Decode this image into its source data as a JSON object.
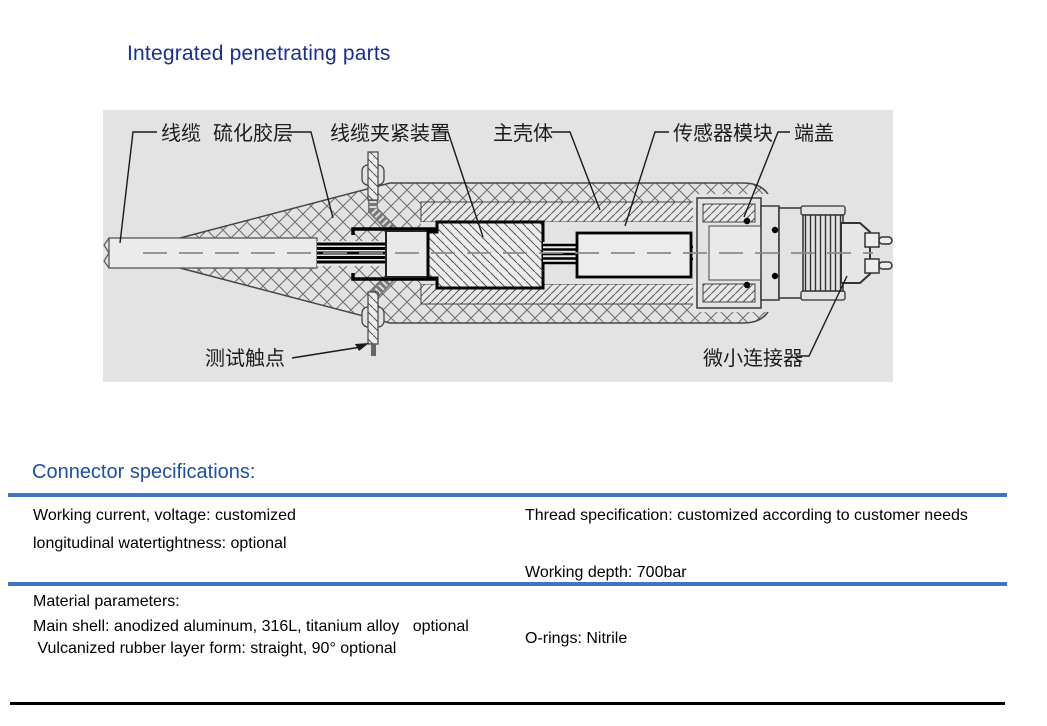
{
  "page": {
    "title": "Integrated penetrating parts"
  },
  "diagram": {
    "labels": {
      "cable": "线缆",
      "vulcanized_rubber_layer": "硫化胶层",
      "cable_clamping_device": "线缆夹紧装置",
      "main_shell": "主壳体",
      "sensor_module": "传感器模块",
      "end_cap": "端盖",
      "test_contact": "测试触点",
      "micro_connector": "微小连接器"
    }
  },
  "specifications": {
    "heading": "Connector specifications:",
    "left_column": [
      "Working current, voltage: customized",
      "longitudinal watertightness: optional",
      "Material parameters:",
      "Main shell: anodized aluminum, 316L, titanium alloy   optional",
      " Vulcanized rubber layer form: straight, 90° optional"
    ],
    "right_column": [
      "Thread specification: customized according to customer needs",
      "Working depth: 700bar",
      "O-rings: Nitrile"
    ]
  },
  "colors": {
    "title_text": "#1a2d93",
    "heading_text": "#1f4fa3",
    "divider_blue": "#4472c4",
    "divider_black": "#000000",
    "diagram_background": "#e3e3e3",
    "body_text": "#000000"
  }
}
